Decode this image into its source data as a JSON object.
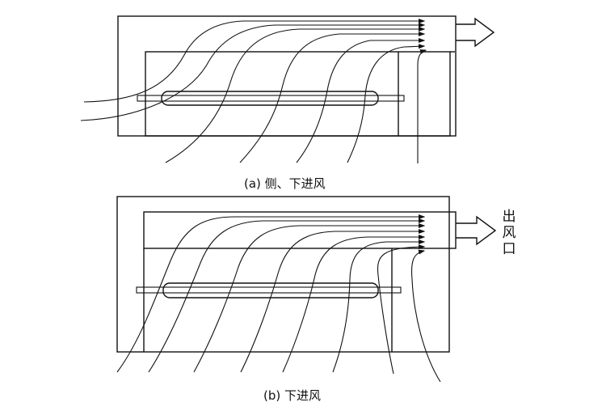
{
  "diagrams": [
    {
      "id": "a",
      "caption": "(a) 侧、下进风"
    },
    {
      "id": "b",
      "caption": "(b) 下进风",
      "outlet_label": [
        "出",
        "风",
        "口"
      ]
    }
  ]
}
